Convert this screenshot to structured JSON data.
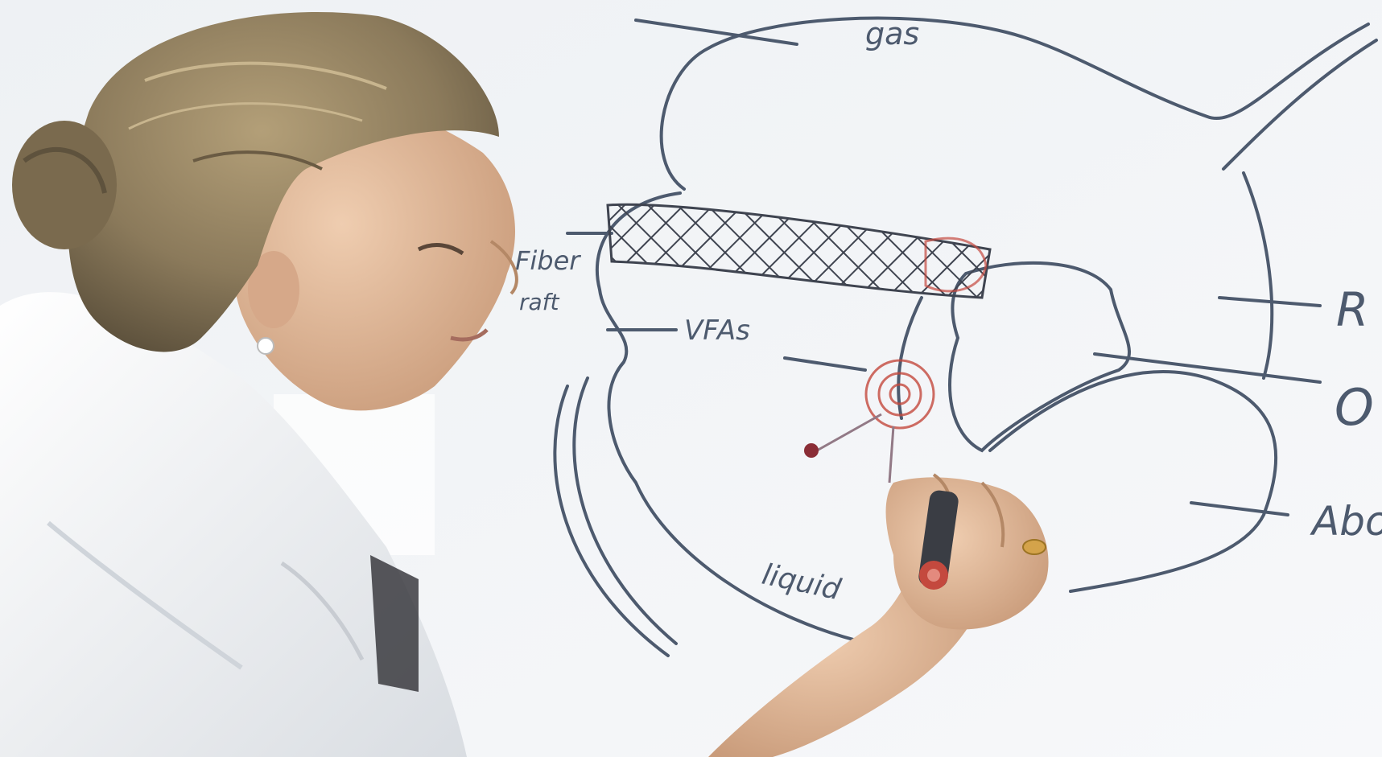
{
  "image": {
    "description_items": [
      "woman-presenter",
      "whiteboard-diagram",
      "marker-in-hand"
    ]
  },
  "whiteboard": {
    "labels": {
      "gas": "gas",
      "fiber": "Fiber",
      "raft": "raft",
      "vfa": "VFAs",
      "liquid": "liquid",
      "right_label_1": "R",
      "right_label_2": "O",
      "right_label_3": "Abo"
    }
  },
  "colors": {
    "whiteboard": "#f4f6f8",
    "ink": "#4d5a6e",
    "hatch": "#3f4450",
    "red_marker": "#c4493e",
    "coat": "#f3f3f3",
    "hair": "#8b7a5b",
    "skin": "#d9b496"
  }
}
